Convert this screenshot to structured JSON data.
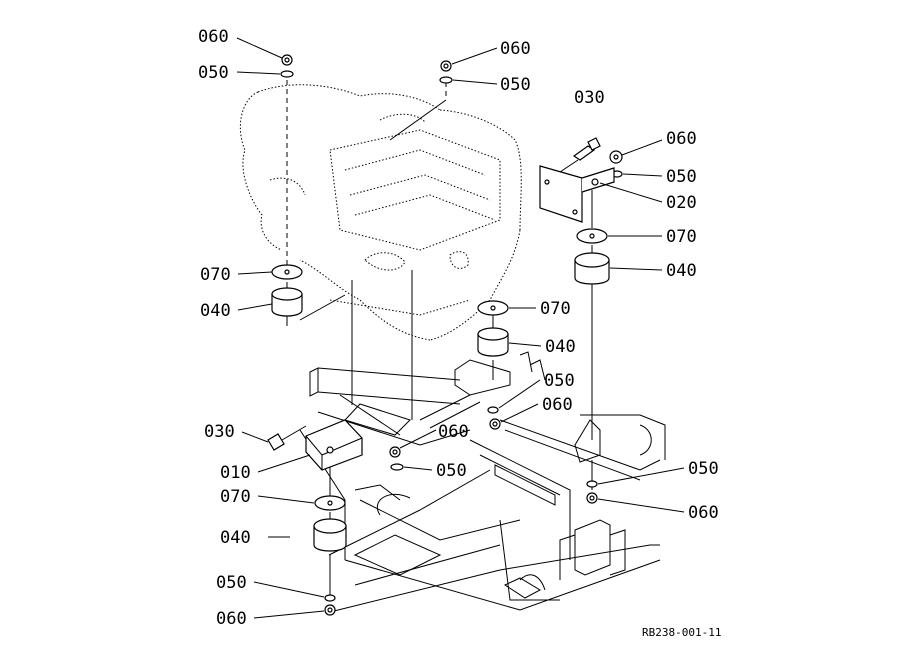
{
  "labels": [
    {
      "id": "060-a",
      "text": "060"
    },
    {
      "id": "050-a",
      "text": "050"
    },
    {
      "id": "060-b",
      "text": "060"
    },
    {
      "id": "050-b",
      "text": "050"
    },
    {
      "id": "030-a",
      "text": "030"
    },
    {
      "id": "060-c",
      "text": "060"
    },
    {
      "id": "050-c",
      "text": "050"
    },
    {
      "id": "020",
      "text": "020"
    },
    {
      "id": "070-a",
      "text": "070"
    },
    {
      "id": "040-a",
      "text": "040"
    },
    {
      "id": "070-b",
      "text": "070"
    },
    {
      "id": "040-b",
      "text": "040"
    },
    {
      "id": "070-c",
      "text": "070"
    },
    {
      "id": "040-c",
      "text": "040"
    },
    {
      "id": "050-d",
      "text": "050"
    },
    {
      "id": "060-d",
      "text": "060"
    },
    {
      "id": "060-e",
      "text": "060"
    },
    {
      "id": "030-b",
      "text": "030"
    },
    {
      "id": "010",
      "text": "010"
    },
    {
      "id": "050-e",
      "text": "050"
    },
    {
      "id": "050-f",
      "text": "050"
    },
    {
      "id": "070-d",
      "text": "070"
    },
    {
      "id": "060-f",
      "text": "060"
    },
    {
      "id": "040-d",
      "text": "040"
    },
    {
      "id": "050-g",
      "text": "050"
    },
    {
      "id": "060-g",
      "text": "060"
    }
  ],
  "reference_code": "RB238-001-11"
}
